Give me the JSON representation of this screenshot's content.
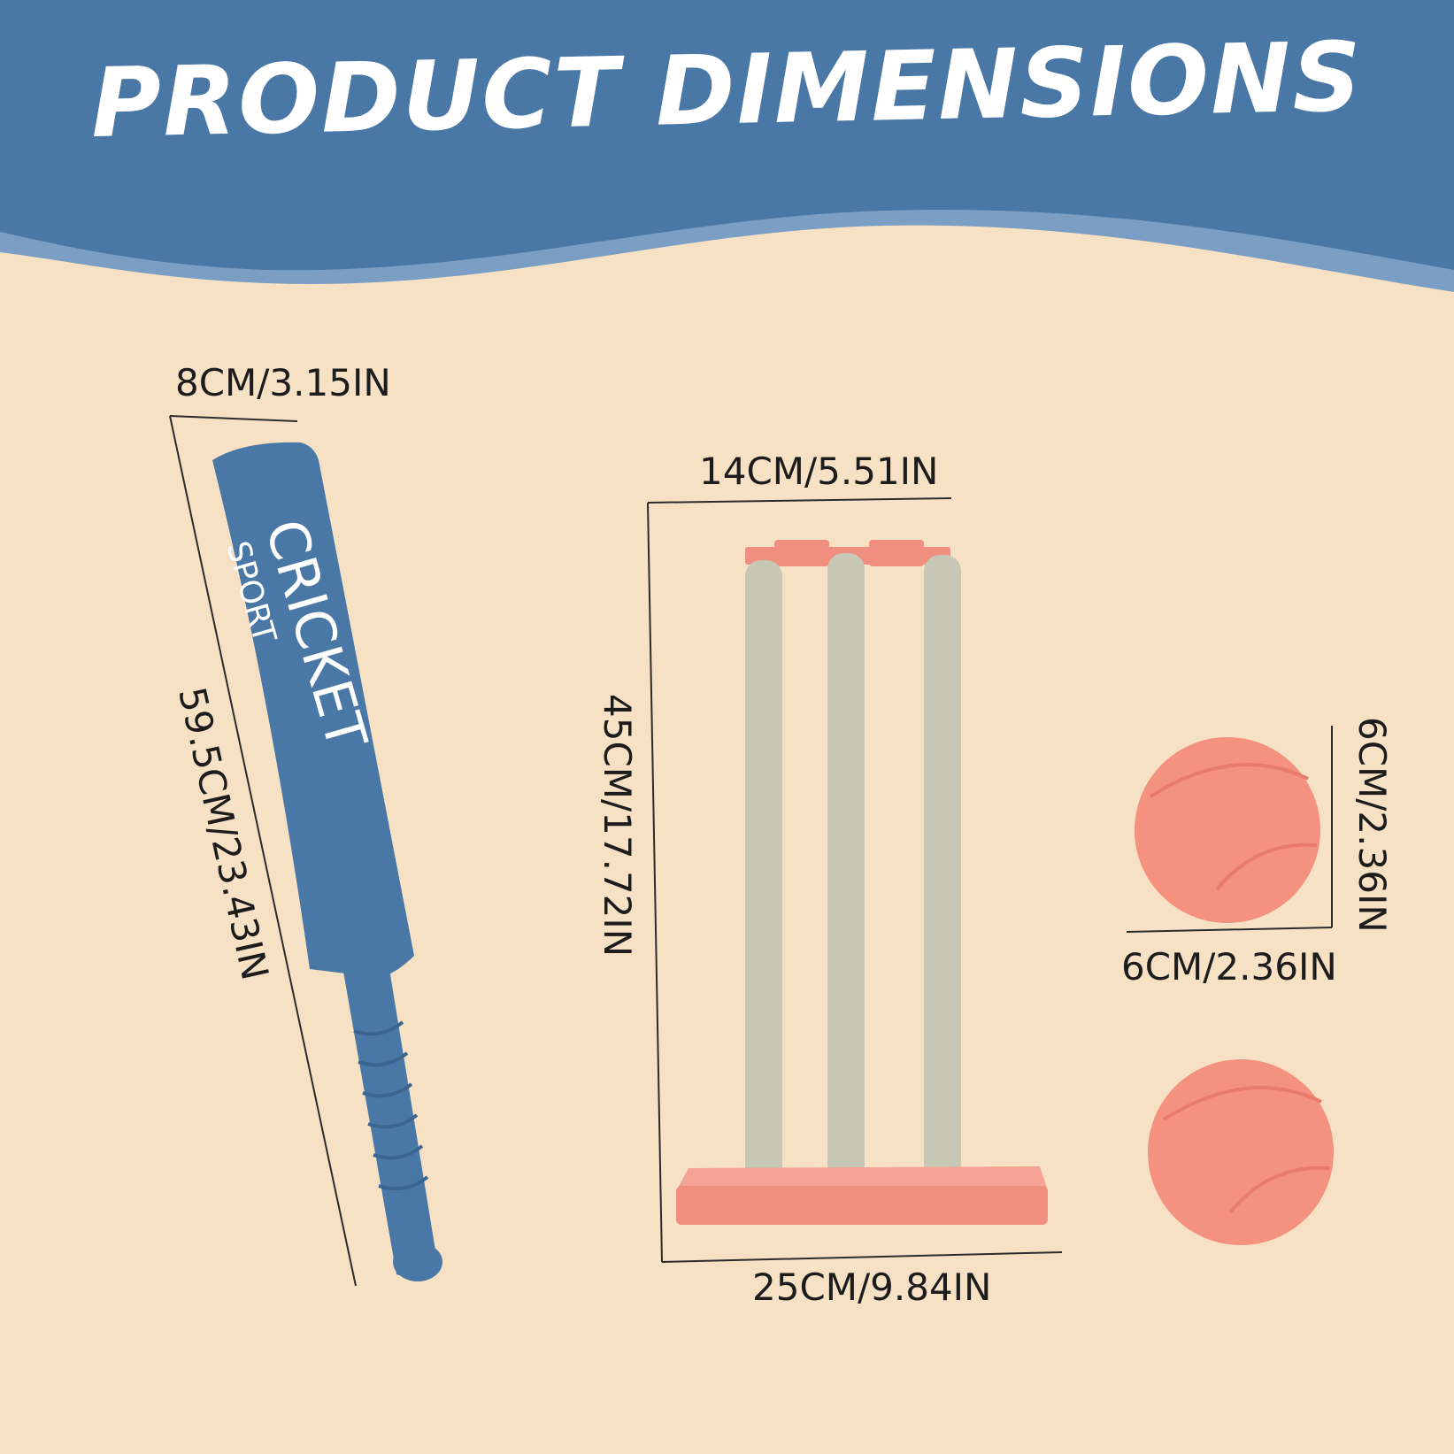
{
  "header": {
    "title": "PRODUCT DIMENSIONS",
    "band_color": "#4a78a6",
    "band_edge_color": "#7b9fc4"
  },
  "background_color": "#f7e1c5",
  "bat": {
    "color": "#4a78a6",
    "brand_line_1": "CRICKET",
    "brand_line_2": "SPORT",
    "width_label": "8CM/3.15IN",
    "length_label": "59.5CM/23.43IN"
  },
  "stumps": {
    "stump_color": "#c6c7b4",
    "base_color": "#f08e80",
    "width_label": "14CM/5.51IN",
    "height_label": "45CM/17.72IN",
    "base_label": "25CM/9.84IN"
  },
  "balls": {
    "color": "#f4927f",
    "height_label": "6CM/2.36IN",
    "width_label": "6CM/2.36IN"
  }
}
